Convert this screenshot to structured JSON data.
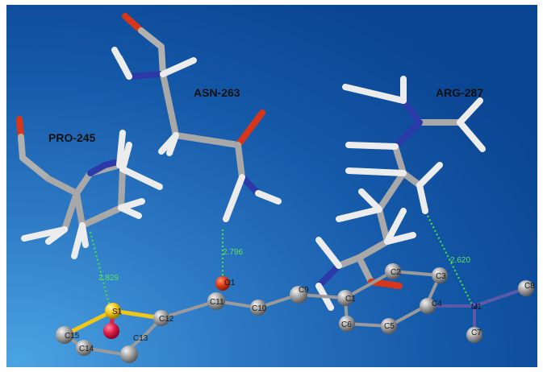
{
  "residues": [
    {
      "id": "pro245",
      "label": "PRO-245"
    },
    {
      "id": "asn263",
      "label": "ASN-263"
    },
    {
      "id": "arg287",
      "label": "ARG-287"
    }
  ],
  "distances": [
    {
      "id": "d1",
      "value": "2.829"
    },
    {
      "id": "d2",
      "value": "2.796"
    },
    {
      "id": "d3",
      "value": "2.620"
    }
  ],
  "atoms": [
    "C15",
    "S1",
    "C12",
    "C13",
    "C14",
    "O1",
    "C11",
    "C10",
    "C9",
    "C1",
    "C2",
    "C3",
    "C4",
    "C5",
    "C6",
    "N1",
    "C8",
    "C7"
  ],
  "colors": {
    "background": "#0d4c9a",
    "carbon": "#a9a9a9",
    "hydrogen": "#ededed",
    "oxygen": "#d8361a",
    "nitrogen": "#2b3aa8",
    "sulfur": "#f2c618",
    "hbond": "#44dd44"
  }
}
